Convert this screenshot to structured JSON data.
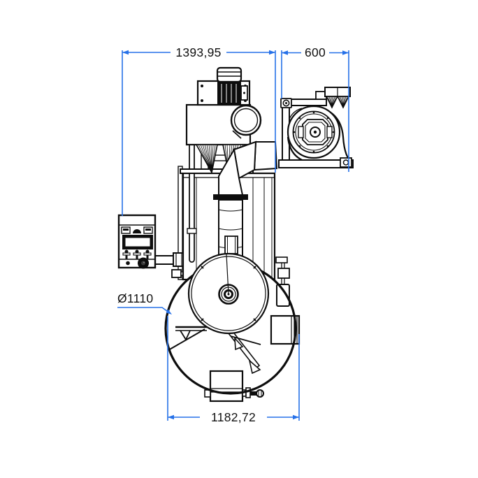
{
  "drawing": {
    "annotations": {
      "overall_width": "1393,95",
      "blower_width": "600",
      "drum_diameter_label": "Ø1110",
      "base_width": "1182,72"
    },
    "colors": {
      "dimension": "#2671e8",
      "ink": "#0d0d0d",
      "background": "#ffffff"
    }
  }
}
